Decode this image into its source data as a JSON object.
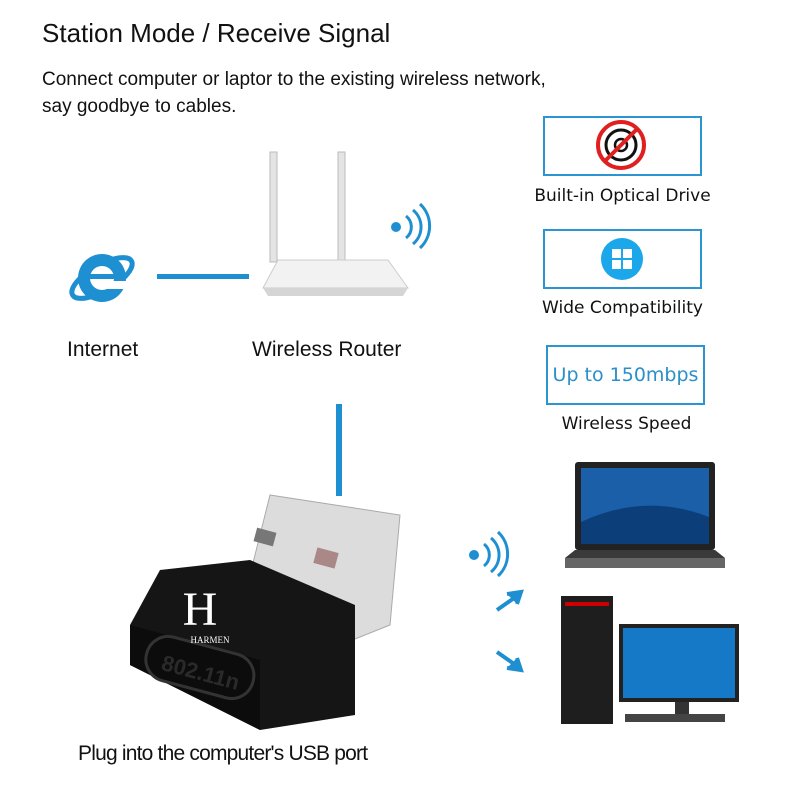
{
  "title": "Station Mode / Receive Signal",
  "subtitle_line1": "Connect computer or laptor to the existing wireless network,",
  "subtitle_line2": "say goodbye to cables.",
  "nodes": {
    "internet": "Internet",
    "router": "Wireless Router"
  },
  "features": [
    {
      "icon": "no-optical-drive-icon",
      "caption": "Built-in Optical Drive"
    },
    {
      "icon": "windows-icon",
      "caption": "Wide Compatibility"
    },
    {
      "value": "Up to 150mbps",
      "caption": "Wireless Speed"
    }
  ],
  "adapter": {
    "brand": "HARMEN",
    "standard": "802.11n"
  },
  "footer": "Plug into the computer's USB port",
  "colors": {
    "accent": "#1e8fd0",
    "red": "#e02020"
  }
}
